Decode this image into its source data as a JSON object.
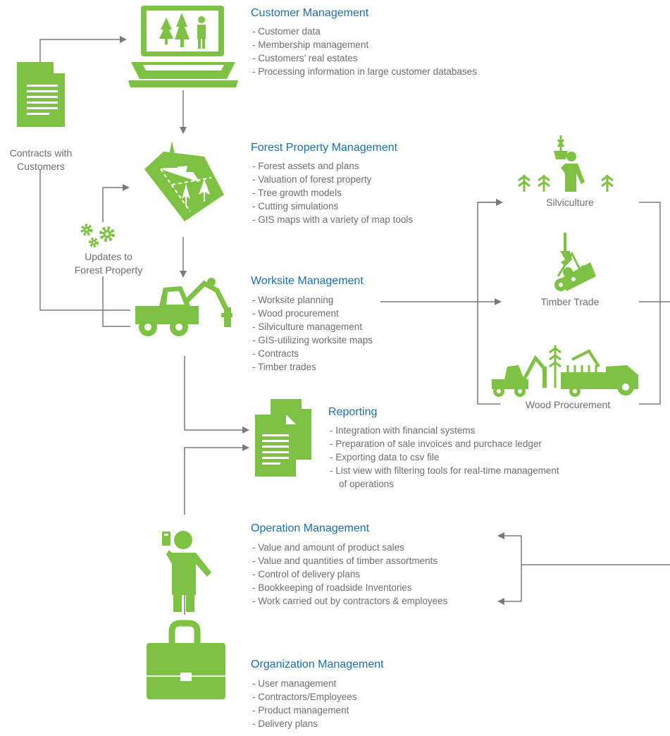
{
  "sections": [
    {
      "title": "Customer Management",
      "items": [
        "Customer data",
        "Membership management",
        "Customers’ real estates",
        "Processing information in large customer databases"
      ]
    },
    {
      "title": "Forest Property Management",
      "items": [
        "Forest assets and plans",
        "Valuation of forest property",
        "Tree growth models",
        "Cutting simulations",
        "GIS maps with a variety of map tools"
      ]
    },
    {
      "title": "Worksite Management",
      "items": [
        "Worksite planning",
        "Wood procurement",
        "Silviculture management",
        "GIS-utilizing worksite maps",
        "Contracts",
        "Timber trades"
      ]
    },
    {
      "title": "Reporting",
      "items": [
        "Integration with financial systems",
        "Preparation of sale invoices and purchace ledger",
        "Exporting data to csv file",
        "List view with filtering tools for real-time management",
        "of operations"
      ]
    },
    {
      "title": "Operation Management",
      "items": [
        "Value and amount of product sales",
        "Value and quantities of timber assortments",
        "Control of delivery plans",
        "Bookkeeping of roadside Inventories",
        "Work carried out by contractors & employees"
      ]
    },
    {
      "title": "Organization Management",
      "items": [
        "User management",
        "Contractors/Employees",
        "Product management",
        "Delivery plans"
      ]
    }
  ],
  "side_labels": {
    "contracts": [
      "Contracts with",
      "Customers"
    ],
    "updates": [
      "Updates to",
      "Forest Property"
    ]
  },
  "operations": {
    "silviculture": "Silviculture",
    "timber_trade": "Timber Trade",
    "wood_procurement": "Wood Procurement"
  },
  "colors": {
    "green": "#7dc242",
    "title_blue": "#1d6fa8",
    "text_gray": "#6e6e6e",
    "arrow_gray": "#7a7a7a"
  }
}
